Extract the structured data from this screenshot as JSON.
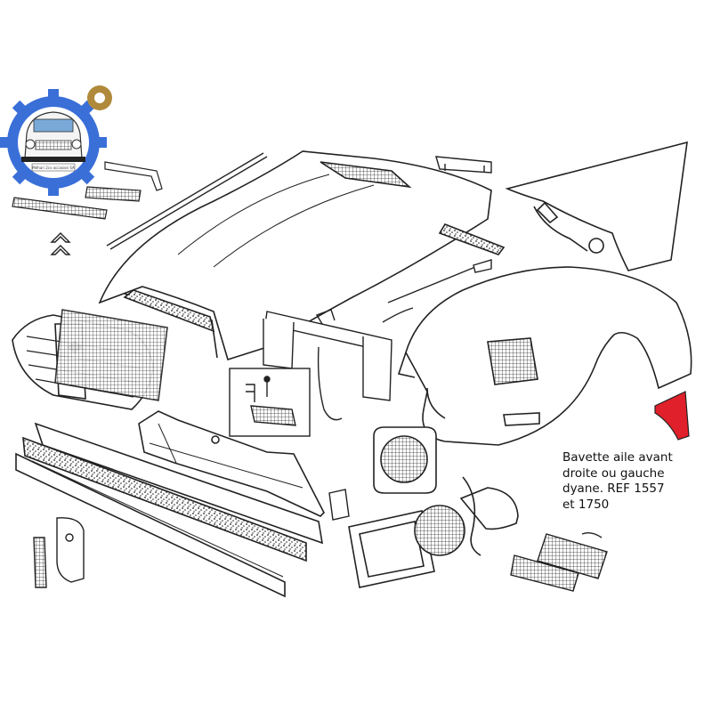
{
  "caption": {
    "lines": [
      "Bavette aile avant",
      "droite ou gauche",
      "dyane. REF 1557",
      "et 1750"
    ]
  },
  "logo": {
    "plate_text": "Méhari 2cv occasion SA",
    "gear_color": "#3a6fd8",
    "small_gear_color": "#b08a3a"
  },
  "highlight": {
    "part_color": "#e0202a"
  },
  "line_color": "#222222"
}
